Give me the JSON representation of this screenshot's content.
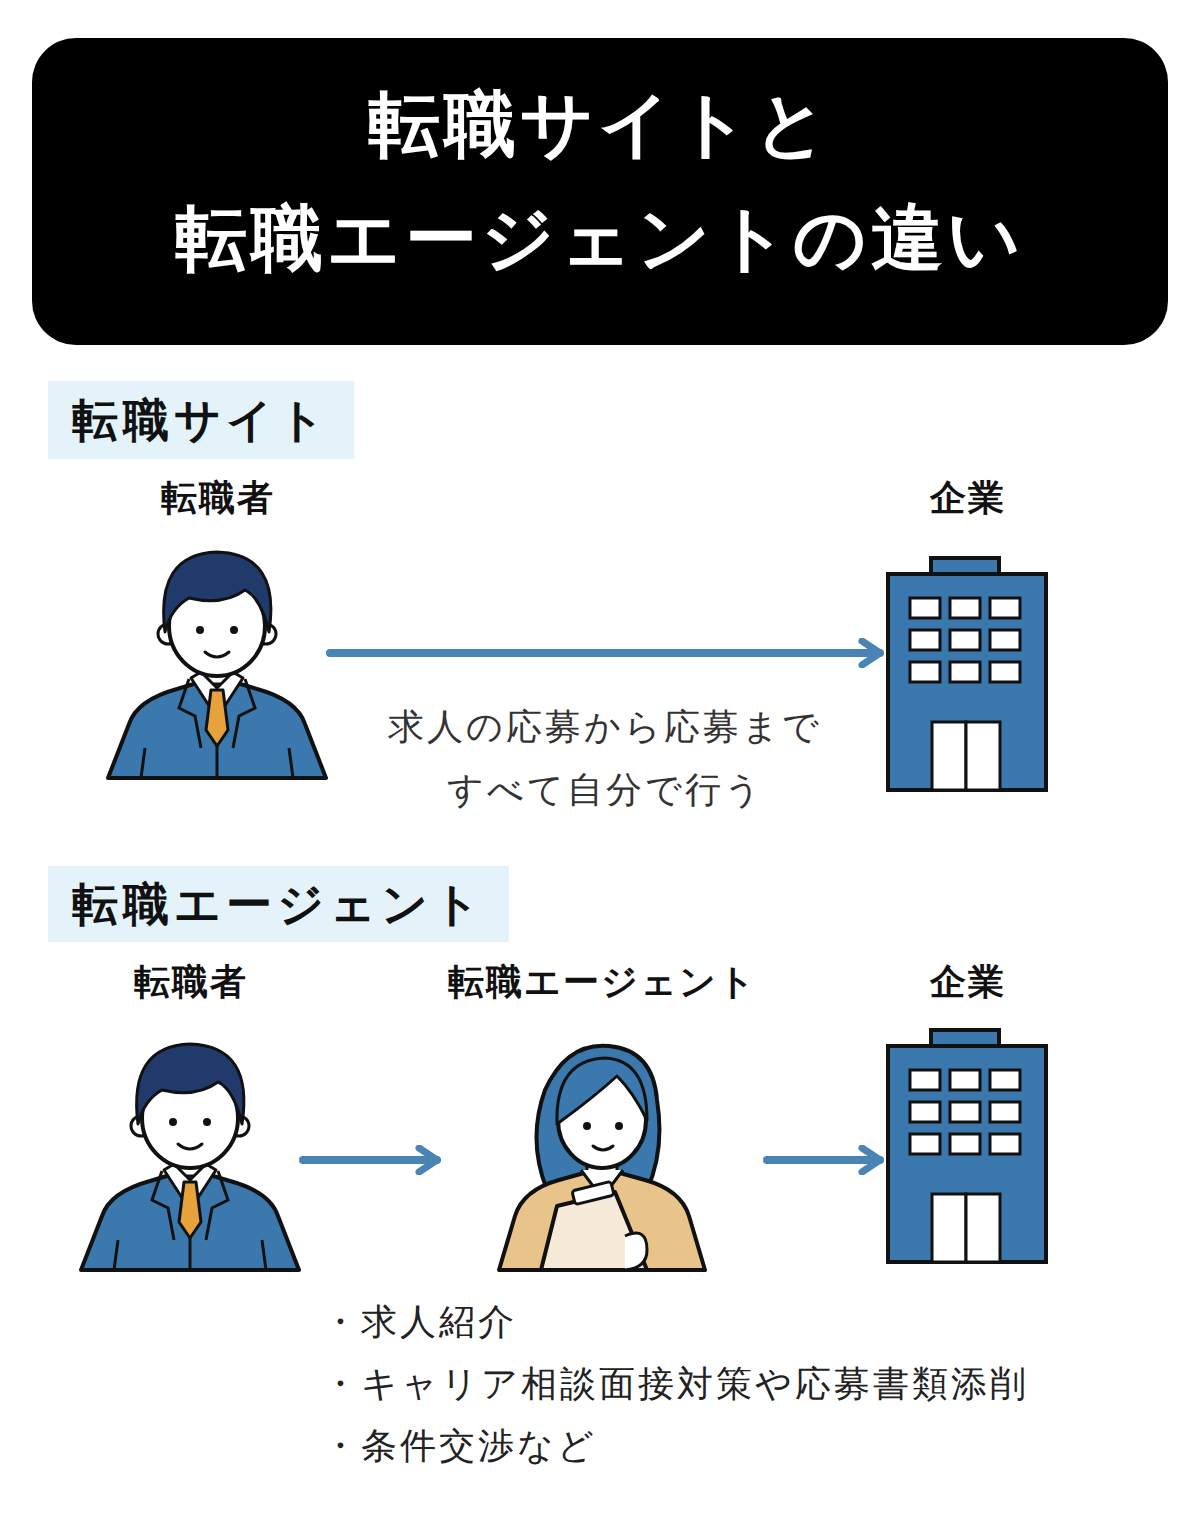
{
  "diagram": {
    "title": "転職サイトと 転職エージェントの違い",
    "nodes": [
      {
        "text": [
          "転職サイト"
        ]
      },
      {
        "text": [
          "転職者"
        ]
      },
      {
        "text": [
          "企業"
        ]
      },
      {
        "text": [
          "転職エージェント"
        ]
      },
      {
        "text": [
          "転職者"
        ]
      },
      {
        "text": [
          "転職エージェント"
        ]
      },
      {
        "text": [
          "企業"
        ]
      }
    ],
    "edges": [
      {
        "from": 1,
        "to": 2,
        "arrow": "to",
        "label": "求人の応募から応募まで すべて自分で行う"
      },
      {
        "from": 4,
        "to": 5,
        "arrow": "to"
      },
      {
        "from": 5,
        "to": 6,
        "arrow": "to"
      }
    ],
    "labels": [
      "・求人紹介",
      "・キャリア相談面接対策や応募書類添削",
      "・条件交渉など"
    ]
  }
}
